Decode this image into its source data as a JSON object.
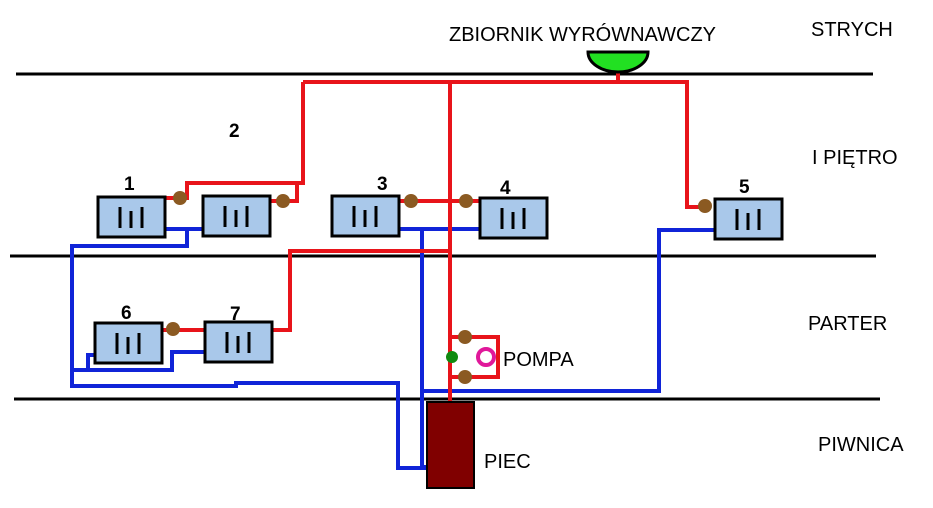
{
  "floors": {
    "attic": "STRYCH",
    "first_floor": "I PIĘTRO",
    "ground_floor": "PARTER",
    "basement": "PIWNICA"
  },
  "components": {
    "expansion_tank": "ZBIORNIK WYRÓWNAWCZY",
    "pump": "POMPA",
    "furnace": "PIEC"
  },
  "radiators": [
    "1",
    "2",
    "3",
    "4",
    "5",
    "6",
    "7"
  ],
  "colors": {
    "supply_pipe": "#e8141a",
    "return_pipe": "#1024d8",
    "radiator_fill": "#a9c8ea",
    "valve": "#8b5a22",
    "furnace": "#800000",
    "expansion_tank": "#22e022",
    "pump": "#e0189a",
    "check_valve": "#108a10"
  }
}
